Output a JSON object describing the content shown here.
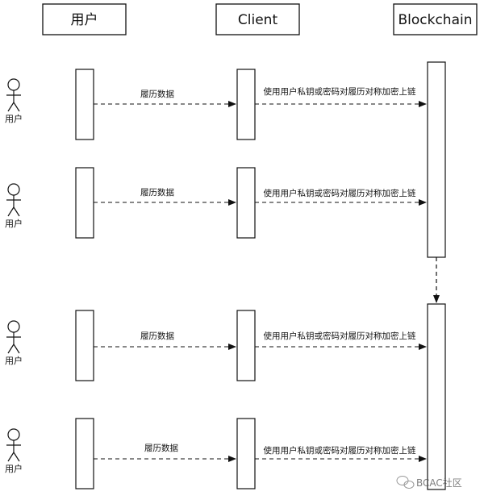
{
  "participants": [
    {
      "id": "user",
      "label": "用户"
    },
    {
      "id": "client",
      "label": "Client"
    },
    {
      "id": "blockchain",
      "label": "Blockchain"
    }
  ],
  "rows": [
    {
      "actor_label": "用户",
      "msg_user_client": "履历数据",
      "msg_client_chain": "使用用户私钥或密码对履历对称加密上链"
    },
    {
      "actor_label": "用户",
      "msg_user_client": "履历数据",
      "msg_client_chain": "使用用户私钥或密码对履历对称加密上链"
    },
    {
      "actor_label": "用户",
      "msg_user_client": "履历数据",
      "msg_client_chain": "使用用户私钥或密码对履历对称加密上链"
    },
    {
      "actor_label": "用户",
      "msg_user_client": "履历数据",
      "msg_client_chain": "使用用户私钥或密码对履历对称加密上链"
    }
  ],
  "watermark": "BCAC社区"
}
